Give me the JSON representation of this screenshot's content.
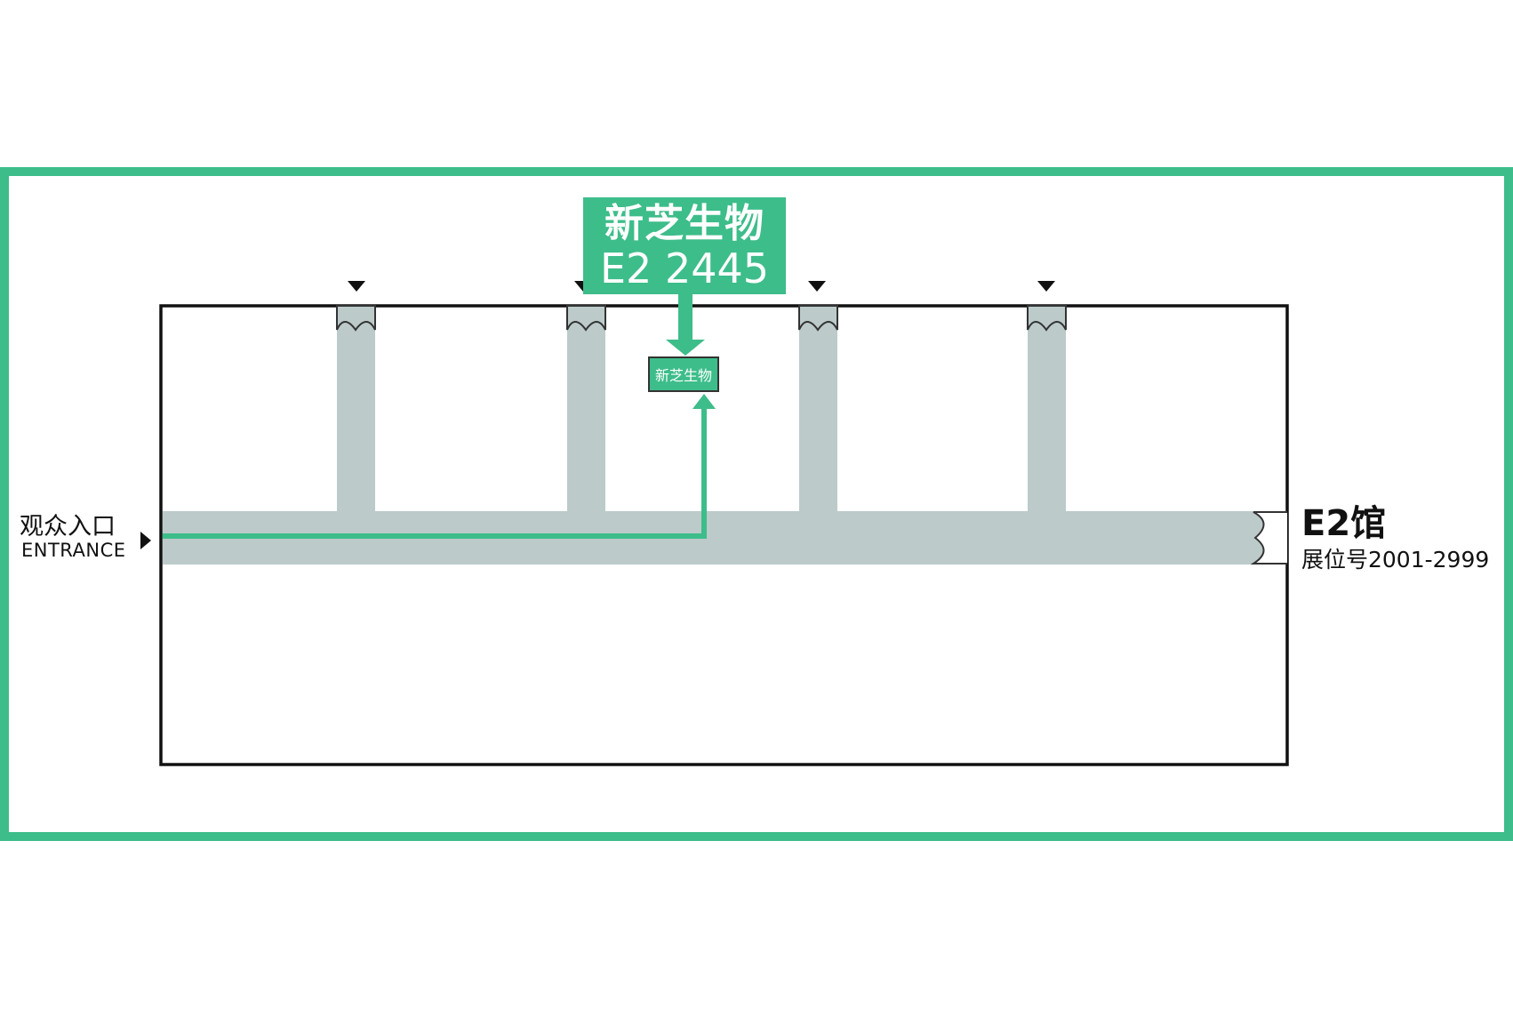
{
  "colors": {
    "accent_green": "#3dbd8a",
    "aisle_gray": "#bccaca",
    "hall_outline": "#111111"
  },
  "hall": {
    "name": "E2馆",
    "booth_range": "展位号2001-2999"
  },
  "entrance": {
    "label_cn": "观众入口",
    "label_en": "ENTRANCE"
  },
  "exhibitor": {
    "name": "新芝生物",
    "booth": "E2 2445",
    "box_label": "新芝生物"
  },
  "icons": {
    "entrance_marker": "triangle-right-icon",
    "door_marker": "triangle-down-icon",
    "door": "door-swing-icon",
    "route_arrow": "arrow-icon"
  }
}
